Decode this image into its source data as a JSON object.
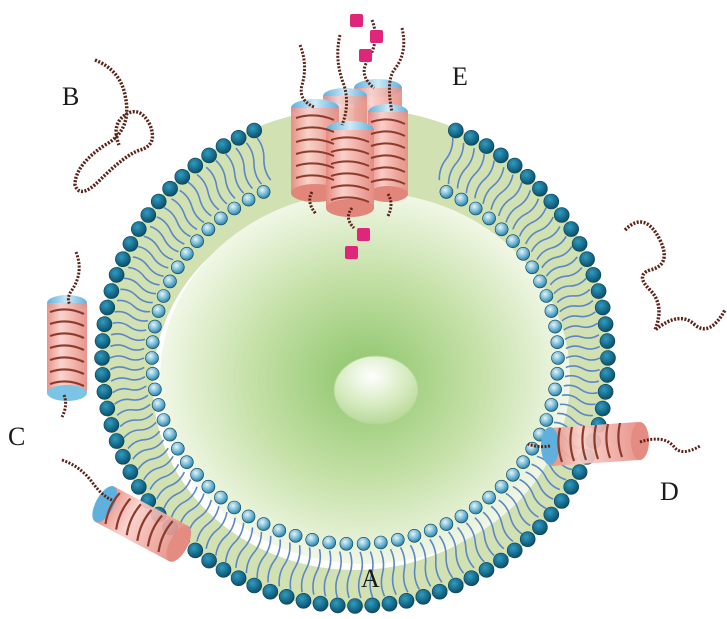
{
  "labels": {
    "A": "A",
    "B": "B",
    "C": "C",
    "D": "D",
    "E": "E"
  },
  "colors": {
    "background": "#ffffff",
    "head_group": "#0e6f8e",
    "head_group_light": "#6fb7d4",
    "lipid_tail": "#5b86c9",
    "bilayer_fill": "#c9dca4",
    "cytoplasm_center": "#8cc56a",
    "cytoplasm_edge": "#eef5e0",
    "nucleus": "#d6ebc0",
    "protein_helix": "#8c3a2c",
    "protein_cylinder": "#f2a8a0",
    "protein_cap": "#7cc4e6",
    "unstructured_chain": "#5c2418",
    "ligand": "#e0267a"
  },
  "icons": {
    "membrane": "lipid-bilayer-icon",
    "protein": "transmembrane-helix-icon",
    "chain": "unfolded-polypeptide-icon",
    "ligand": "signal-molecule-icon"
  }
}
